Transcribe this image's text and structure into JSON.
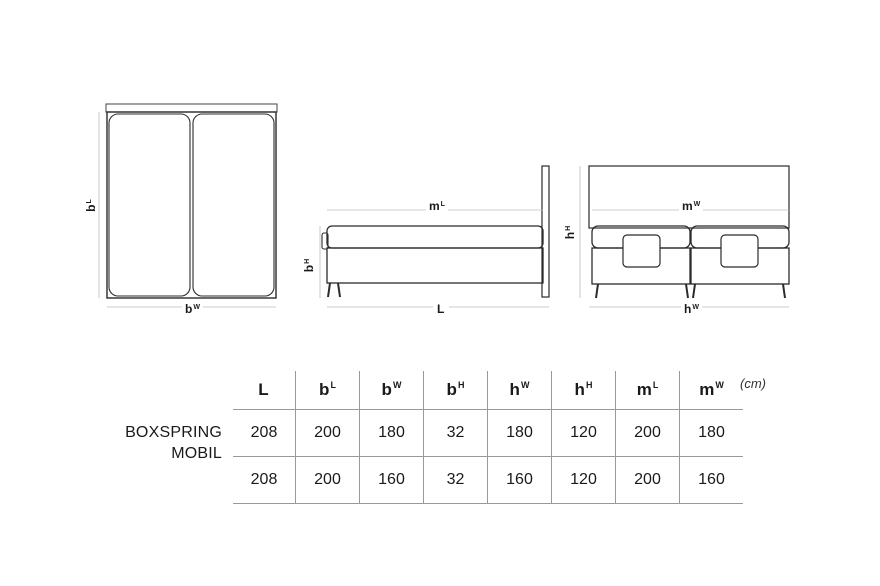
{
  "labels": {
    "top_length": {
      "base": "b",
      "sub": "L"
    },
    "top_width": {
      "base": "b",
      "sub": "W"
    },
    "side_mattress_length": {
      "base": "m",
      "sub": "L"
    },
    "side_bed_height": {
      "base": "b",
      "sub": "H"
    },
    "side_total_length": {
      "base": "L",
      "sub": ""
    },
    "front_mattress_width": {
      "base": "m",
      "sub": "W"
    },
    "front_headboard_height": {
      "base": "h",
      "sub": "H"
    },
    "front_total_width": {
      "base": "h",
      "sub": "W"
    }
  },
  "product": {
    "line1": "BOXSPRING",
    "line2": "MOBIL"
  },
  "unit": "(cm)",
  "table": {
    "headers": [
      {
        "base": "L",
        "sub": ""
      },
      {
        "base": "b",
        "sub": "L"
      },
      {
        "base": "b",
        "sub": "W"
      },
      {
        "base": "b",
        "sub": "H"
      },
      {
        "base": "h",
        "sub": "W"
      },
      {
        "base": "h",
        "sub": "H"
      },
      {
        "base": "m",
        "sub": "L"
      },
      {
        "base": "m",
        "sub": "W"
      }
    ],
    "rows": [
      [
        "208",
        "200",
        "180",
        "32",
        "180",
        "120",
        "200",
        "180"
      ],
      [
        "208",
        "200",
        "160",
        "32",
        "160",
        "120",
        "200",
        "160"
      ]
    ]
  }
}
